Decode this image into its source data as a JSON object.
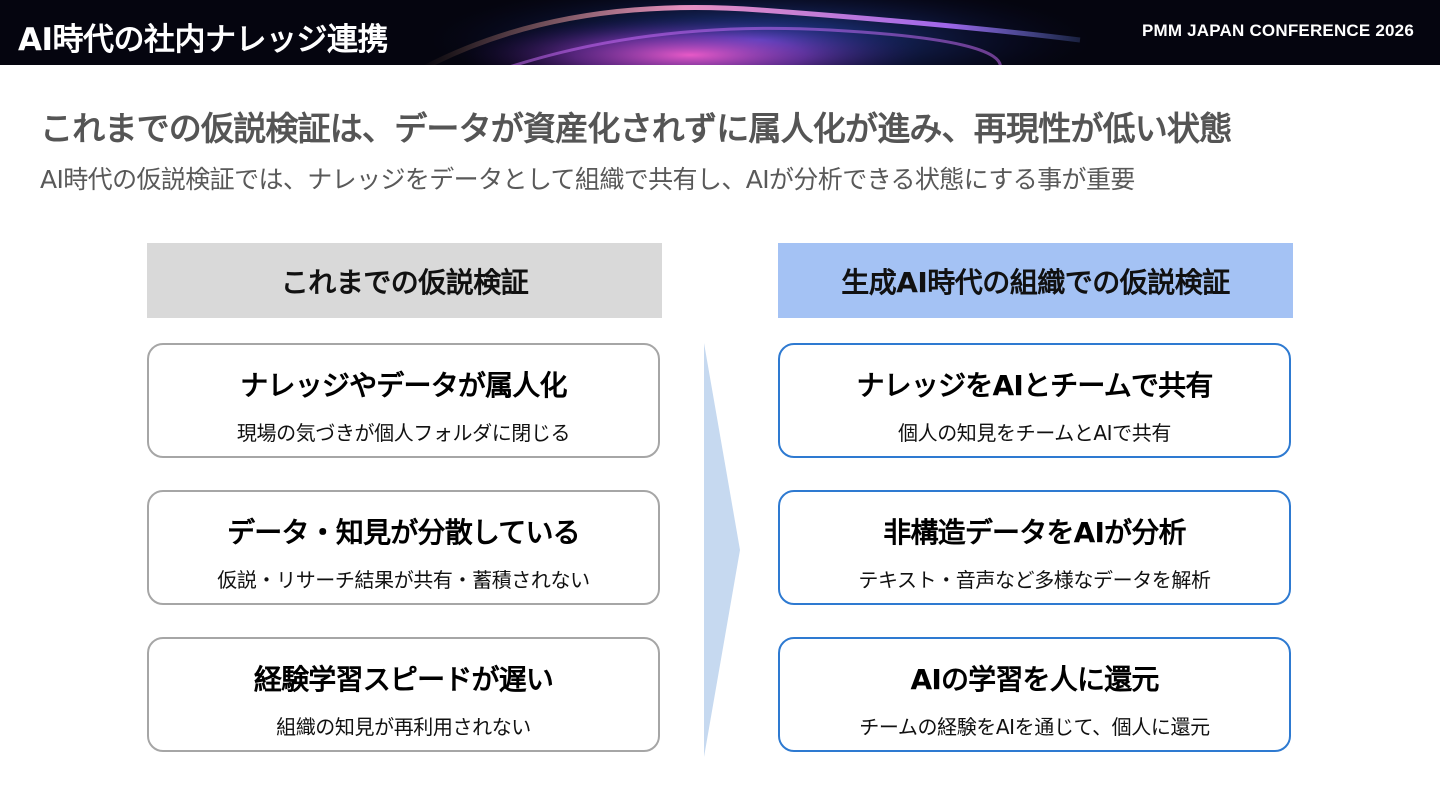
{
  "header": {
    "title": "AI時代の社内ナレッジ連携",
    "conference": "PMM JAPAN CONFERENCE 2026"
  },
  "main_heading": "これまでの仮説検証は、データが資産化されずに属人化が進み、再現性が低い状態",
  "sub_heading": "AI時代の仮説検証では、ナレッジをデータとして組織で共有し、AIが分析できる状態にする事が重要",
  "left_column": {
    "header": "これまでの仮説検証",
    "cards": [
      {
        "title": "ナレッジやデータが属人化",
        "desc": "現場の気づきが個人フォルダに閉じる"
      },
      {
        "title": "データ・知見が分散している",
        "desc": "仮説・リサーチ結果が共有・蓄積されない"
      },
      {
        "title": "経験学習スピードが遅い",
        "desc": "組織の知見が再利用されない"
      }
    ]
  },
  "right_column": {
    "header": "生成AI時代の組織での仮説検証",
    "cards": [
      {
        "title": "ナレッジをAIとチームで共有",
        "desc": "個人の知見をチームとAIで共有"
      },
      {
        "title": "非構造データをAIが分析",
        "desc": "テキスト・音声など多様なデータを解析"
      },
      {
        "title": "AIの学習を人に還元",
        "desc": "チームの経験をAIを通じて、個人に還元"
      }
    ]
  },
  "colors": {
    "header_bg": "#05050f",
    "left_header_bg": "#d9d9d9",
    "right_header_bg": "#a4c2f4",
    "left_card_border": "#a6a6a6",
    "right_card_border": "#2e7ad1",
    "arrow": "#c6d9f0"
  }
}
